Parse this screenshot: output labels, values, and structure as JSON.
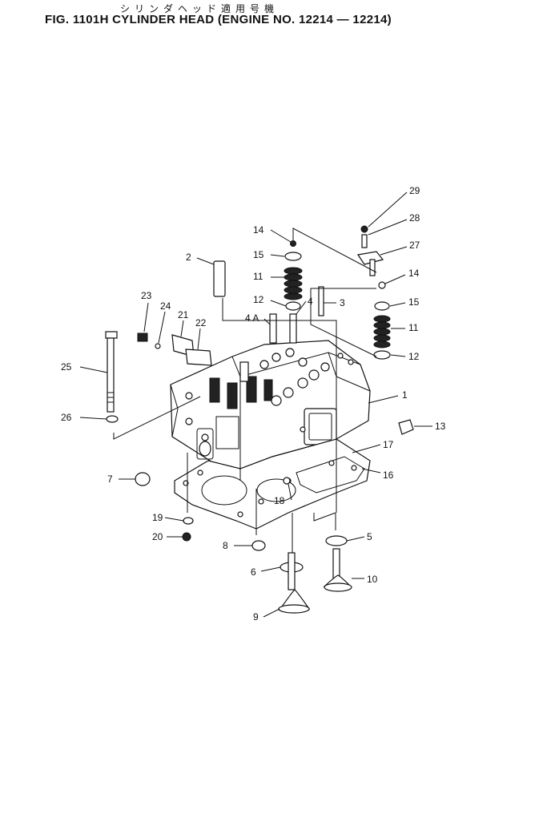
{
  "header": {
    "japanese_title": "シリンダヘッド適用号機",
    "figure_title": "FIG. 1101H  CYLINDER HEAD (ENGINE NO. 12214 — 12214)"
  },
  "callouts": [
    {
      "id": "c29",
      "text": "29"
    },
    {
      "id": "c28",
      "text": "28"
    },
    {
      "id": "c27",
      "text": "27"
    },
    {
      "id": "c14a",
      "text": "14"
    },
    {
      "id": "c15a",
      "text": "15"
    },
    {
      "id": "c11a",
      "text": "11"
    },
    {
      "id": "c12a",
      "text": "12"
    },
    {
      "id": "c4",
      "text": "4"
    },
    {
      "id": "c3",
      "text": "3"
    },
    {
      "id": "c2",
      "text": "2"
    },
    {
      "id": "c4a",
      "text": "4 A"
    },
    {
      "id": "c14b",
      "text": "14"
    },
    {
      "id": "c15b",
      "text": "15"
    },
    {
      "id": "c11b",
      "text": "11"
    },
    {
      "id": "c12b",
      "text": "12"
    },
    {
      "id": "c23",
      "text": "23"
    },
    {
      "id": "c24",
      "text": "24"
    },
    {
      "id": "c21",
      "text": "21"
    },
    {
      "id": "c22",
      "text": "22"
    },
    {
      "id": "c25",
      "text": "25"
    },
    {
      "id": "c1",
      "text": "1"
    },
    {
      "id": "c26",
      "text": "26"
    },
    {
      "id": "c13",
      "text": "13"
    },
    {
      "id": "c17",
      "text": "17"
    },
    {
      "id": "c16",
      "text": "16"
    },
    {
      "id": "c7",
      "text": "7"
    },
    {
      "id": "c18",
      "text": "18"
    },
    {
      "id": "c19",
      "text": "19"
    },
    {
      "id": "c5",
      "text": "5"
    },
    {
      "id": "c20",
      "text": "20"
    },
    {
      "id": "c8",
      "text": "8"
    },
    {
      "id": "c6",
      "text": "6"
    },
    {
      "id": "c10",
      "text": "10"
    },
    {
      "id": "c9",
      "text": "9"
    }
  ]
}
